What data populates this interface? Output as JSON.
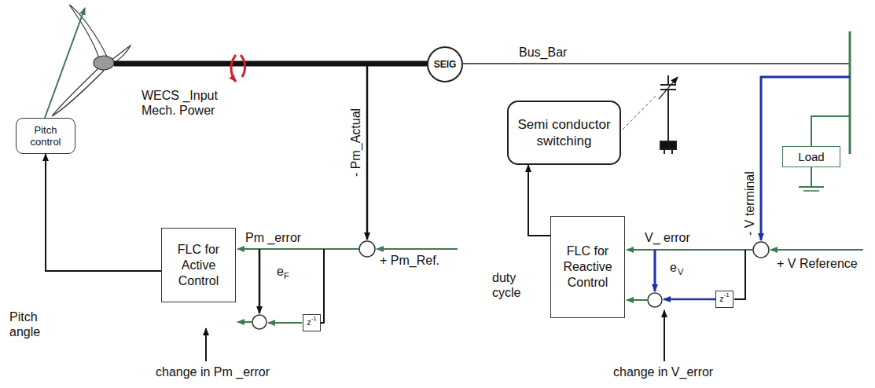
{
  "diagram": {
    "nodes": [
      {
        "text": [
          "SEIG"
        ]
      },
      {
        "text": [
          "Semi conductor switching"
        ]
      },
      {
        "text": [
          "Load"
        ]
      },
      {
        "text": [
          "Pitch control"
        ]
      },
      {
        "text": [
          "FLC for Active Control"
        ]
      },
      {
        "text": [
          "FLC for Reactive Control"
        ]
      },
      {
        "text": [
          "z",
          "-1"
        ]
      },
      {
        "text": [
          "z",
          "-1"
        ]
      }
    ],
    "edges": [
      {
        "from": 4,
        "to": 3,
        "arrow": "to",
        "label": "Pitch angle"
      },
      {
        "from": 5,
        "to": 1,
        "arrow": "to",
        "label": "duty cycle"
      }
    ],
    "labels": [
      "WECS _Input Mech. Power",
      "Bus_Bar",
      "- Pm_Actual",
      "+ Pm_Ref.",
      "Pm _error",
      "e",
      "F",
      "change in  Pm _error",
      "- V terminal",
      "+ V Reference",
      "V_ error",
      "e",
      "V",
      "change in V_error"
    ]
  }
}
